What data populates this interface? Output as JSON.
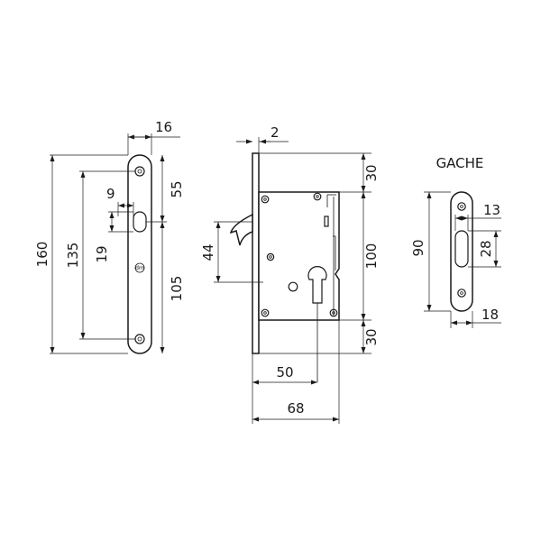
{
  "strike": {
    "title": "GACHE",
    "dims": {
      "height": "90",
      "slot_width": "13",
      "slot_height": "28",
      "width": "18"
    }
  },
  "faceplate": {
    "mark": "dm",
    "dims": {
      "length": "160",
      "width": "16",
      "hole_spacing": "135",
      "top_to_slot": "55",
      "slot_width": "9",
      "slot_height": "19",
      "slot_to_bottom": "105"
    }
  },
  "body": {
    "dims": {
      "plate_thickness": "2",
      "top_offset": "30",
      "hook_height": "44",
      "center_distance": "100",
      "bottom_offset": "30",
      "backset": "50",
      "depth": "68"
    }
  }
}
